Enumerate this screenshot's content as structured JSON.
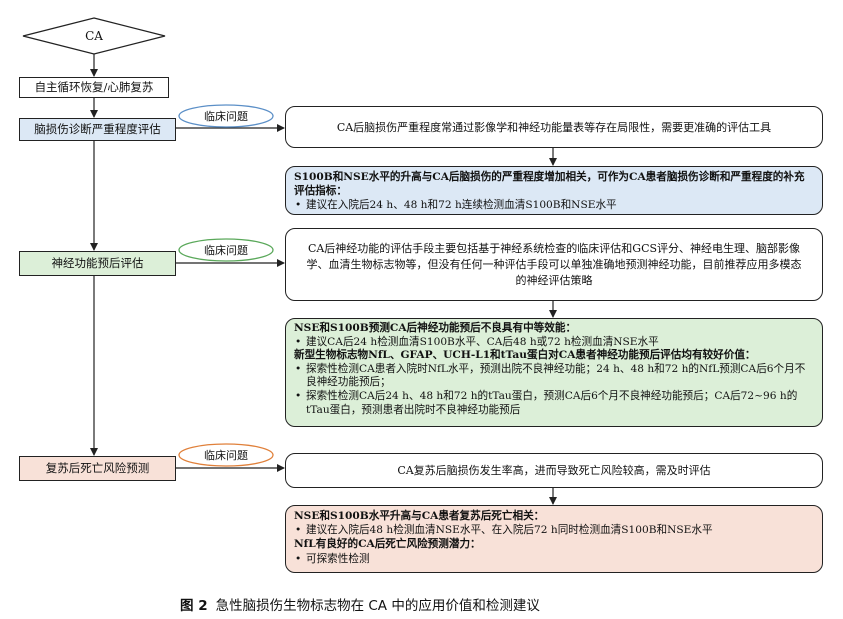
{
  "flow": {
    "start": "CA",
    "rosc": "自主循环恢复/心肺复苏",
    "sections": [
      {
        "step": "脑损伤诊断严重程度评估",
        "issue_label": "临床问题",
        "issue": "CA后脑损伤严重程度常通过影像学和神经功能量表等存在局限性，需要更准确的评估工具",
        "findings": [
          {
            "kind": "head",
            "text": "S100B和NSE水平的升高与CA后脑损伤的严重程度增加相关，可作为CA患者脑损伤诊断和严重程度的补充评估指标："
          },
          {
            "kind": "bullet",
            "text": "建议在入院后24 h、48 h和72 h连续检测血清S100B和NSE水平"
          }
        ]
      },
      {
        "step": "神经功能预后评估",
        "issue_label": "临床问题",
        "issue": "CA后神经功能的评估手段主要包括基于神经系统检查的临床评估和GCS评分、神经电生理、脑部影像学、血清生物标志物等，但没有任何一种评估手段可以单独准确地预测神经功能，目前推荐应用多模态的神经评估策略",
        "findings": [
          {
            "kind": "head",
            "text": "NSE和S100B预测CA后神经功能预后不良具有中等效能："
          },
          {
            "kind": "bullet",
            "text": "建议CA后24 h检测血清S100B水平、CA后48 h或72 h检测血清NSE水平"
          },
          {
            "kind": "head",
            "text": "新型生物标志物NfL、GFAP、UCH-L1和tTau蛋白对CA患者神经功能预后评估均有较好价值："
          },
          {
            "kind": "bullet",
            "text": "探索性检测CA患者入院时NfL水平，预测出院不良神经功能；24 h、48 h和72 h的NfL预测CA后6个月不良神经功能预后；"
          },
          {
            "kind": "bullet",
            "text": "探索性检测CA后24 h、48 h和72 h的tTau蛋白，预测CA后6个月不良神经功能预后；CA后72~96 h的tTau蛋白，预测患者出院时不良神经功能预后"
          }
        ]
      },
      {
        "step": "复苏后死亡风险预测",
        "issue_label": "临床问题",
        "issue": "CA复苏后脑损伤发生率高，进而导致死亡风险较高，需及时评估",
        "findings": [
          {
            "kind": "head",
            "text": "NSE和S100B水平升高与CA患者复苏后死亡相关："
          },
          {
            "kind": "bullet",
            "text": "建议在入院后48 h检测血清NSE水平、在入院后72 h同时检测血清S100B和NSE水平"
          },
          {
            "kind": "head",
            "text": "NfL有良好的CA后死亡风险预测潜力："
          },
          {
            "kind": "bullet",
            "text": "可探索性检测"
          }
        ]
      }
    ]
  },
  "caption": {
    "label": "图 2",
    "text": "急性脑损伤生物标志物在 CA 中的应用价值和检测建议"
  },
  "colors": {
    "blue": "#dce8f5",
    "green": "#dcefd8",
    "pink": "#f8e1d8",
    "blue_outline": "#5b8fc7",
    "green_outline": "#5aa85a",
    "orange_outline": "#e0803a"
  }
}
